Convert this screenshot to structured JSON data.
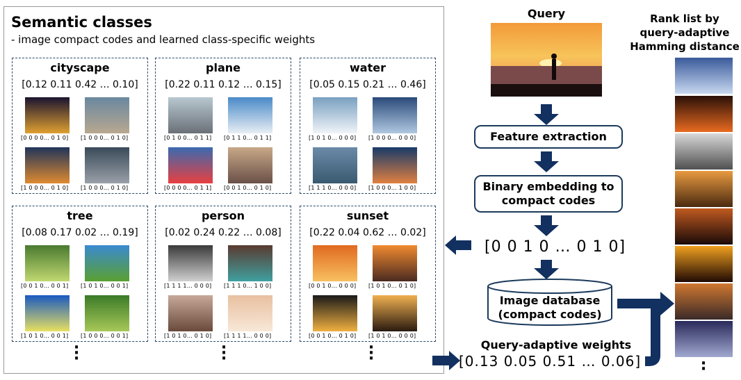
{
  "panel": {
    "title": "Semantic classes",
    "subtitle": "- image compact codes and learned class-specific weights"
  },
  "classes": [
    {
      "name": "cityscape",
      "weights": "[0.12 0.11 0.42 … 0.10]",
      "codes": [
        "[0 0 0 0… 0 1 0]",
        "[1 0 0 0… 0 1 0]",
        "[1 0 0 0… 0 1 0]",
        "[1 0 0 0… 0 1 0]"
      ]
    },
    {
      "name": "plane",
      "weights": "[0.22 0.11 0.12 … 0.15]",
      "codes": [
        "[0 1 0 0… 0 1 1]",
        "[0 1 1 0… 0 1 1]",
        "[0 0 0 0… 0 1 1]",
        "[0 0 1 0… 0 1 0]"
      ]
    },
    {
      "name": "water",
      "weights": "[0.05 0.15 0.21 … 0.46]",
      "codes": [
        "[1 0 1 0… 0 0 0]",
        "[1 0 0 0… 0 0 0]",
        "[1 1 1 0… 0 0 0]",
        "[1 0 0 0… 1 0 0]"
      ]
    },
    {
      "name": "tree",
      "weights": "[0.08 0.17 0.02 … 0.19]",
      "codes": [
        "[0 0 1 0… 0 0 1]",
        "[1 0 1 0… 0 0 1]",
        "[1 0 1 0… 0 0 1]",
        "[1 0 0 0… 0 0 1]"
      ]
    },
    {
      "name": "person",
      "weights": "[0.02 0.24 0.22 … 0.08]",
      "codes": [
        "[1 1 1 1… 0 0 0]",
        "[1 1 1 0… 1 0 0]",
        "[1 0 1 0… 0 1 0]",
        "[1 1 1 1… 0 0 0]"
      ]
    },
    {
      "name": "sunset",
      "weights": "[0.22 0.04 0.62 … 0.02]",
      "codes": [
        "[0 0 1 0… 0 0 0]",
        "[1 0 1 0… 0 1 0]",
        "[0 0 1 0… 0 1 0]",
        "[1 0 1 0… 0 0 0]"
      ]
    }
  ],
  "flow": {
    "query_label": "Query",
    "feature_extraction": "Feature extraction",
    "binary_embedding": "Binary embedding to compact codes",
    "query_code": "[0 0 1 0 … 0 1 0]",
    "database_line1": "Image database",
    "database_line2": "(compact codes)",
    "adaptive_label": "Query-adaptive weights",
    "adaptive_values": "[0.13 0.05 0.51 … 0.06]"
  },
  "rank": {
    "title_line1": "Rank list by",
    "title_line2": "query-adaptive",
    "title_line3": "Hamming distance"
  },
  "colors": {
    "arrow": "#123060",
    "dashed_border": "#2a4a6a",
    "flowbox_border": "#1b3a5c",
    "panel_border": "#999999"
  }
}
